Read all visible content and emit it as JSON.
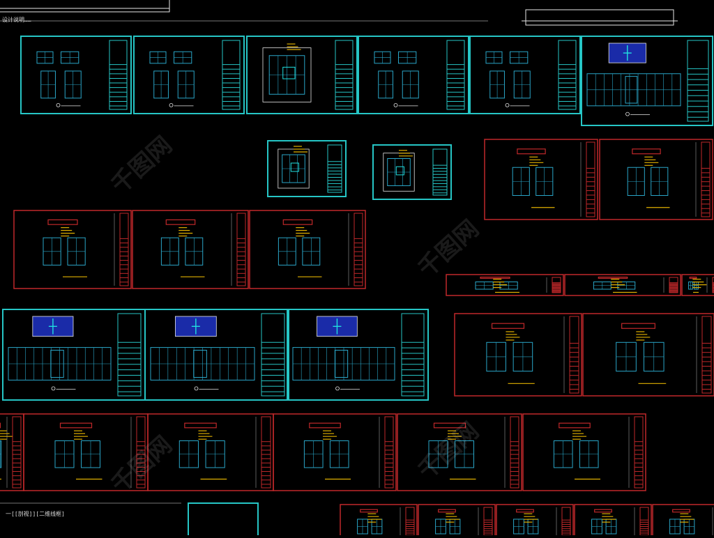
{
  "app": {
    "title": "CAD Model Space",
    "top_note": "设计说明……",
    "bottom_note": "一[[剖视]][二维线框]"
  },
  "colors": {
    "background": "#000000",
    "cyan_frame": "#26c6c6",
    "red_frame": "#c0282a",
    "drawing_lines": "#2aa6c8",
    "blue_fill": "#1a2ba8",
    "yellow_text": "#e0b000",
    "white_lines": "#e8e8e8"
  },
  "watermark": {
    "text": "千图网"
  }
}
